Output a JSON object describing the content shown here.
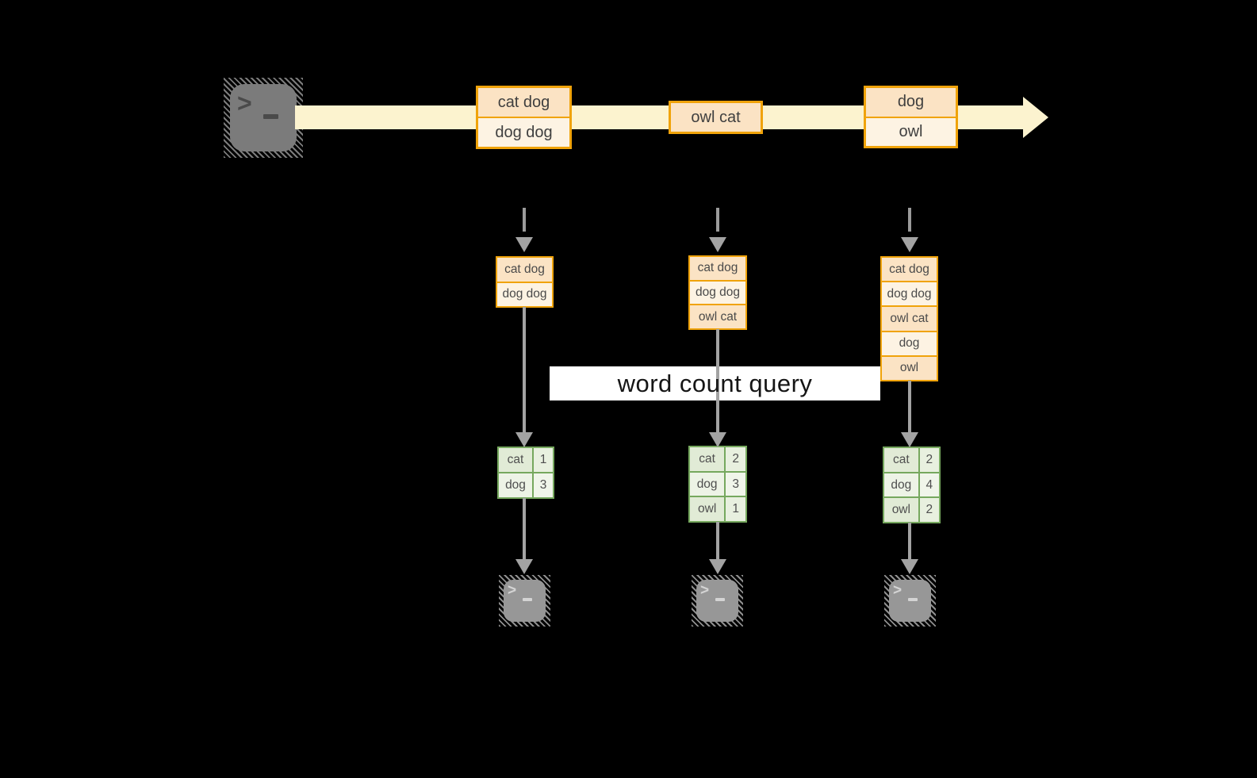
{
  "title": "streaming word count diagram",
  "colors": {
    "background": "#000000",
    "stream_band": "#fcf3cf",
    "record_border": "#f0a30a",
    "record_fill_dark": "#fbe3c4",
    "record_fill_light": "#fdf3e3",
    "table_border": "#76a85e",
    "table_fill_dark": "#e1ebd6",
    "table_fill_light": "#edf3e6",
    "arrow_gray": "#a3a3a3",
    "terminal_gray": "#7b7b7b",
    "query_box": "#ffffff"
  },
  "icons": {
    "source": "terminal-icon",
    "sink": "terminal-icon"
  },
  "stream": {
    "batches": [
      {
        "rows": [
          "cat dog",
          "dog dog"
        ]
      },
      {
        "rows": [
          "owl cat"
        ]
      },
      {
        "rows": [
          "dog",
          "owl"
        ]
      }
    ]
  },
  "states": [
    {
      "rows": [
        "cat dog",
        "dog dog"
      ]
    },
    {
      "rows": [
        "cat dog",
        "dog dog",
        "owl cat"
      ]
    },
    {
      "rows": [
        "cat dog",
        "dog dog",
        "owl cat",
        "dog",
        "owl"
      ]
    }
  ],
  "query": {
    "label": "word count query"
  },
  "results": [
    {
      "rows": [
        {
          "word": "cat",
          "count": "1"
        },
        {
          "word": "dog",
          "count": "3"
        }
      ]
    },
    {
      "rows": [
        {
          "word": "cat",
          "count": "2"
        },
        {
          "word": "dog",
          "count": "3"
        },
        {
          "word": "owl",
          "count": "1"
        }
      ]
    },
    {
      "rows": [
        {
          "word": "cat",
          "count": "2"
        },
        {
          "word": "dog",
          "count": "4"
        },
        {
          "word": "owl",
          "count": "2"
        }
      ]
    }
  ]
}
